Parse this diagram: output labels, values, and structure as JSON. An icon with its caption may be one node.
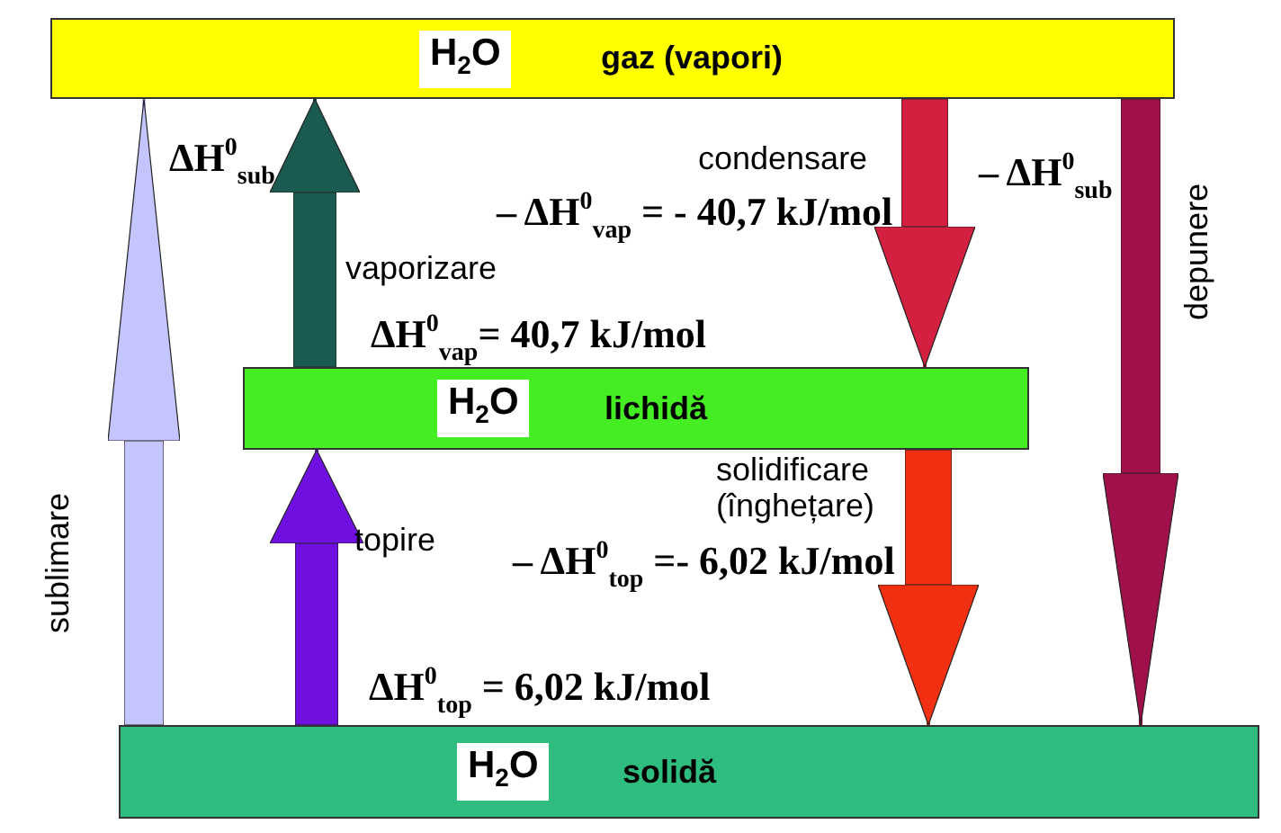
{
  "diagram": {
    "nodes": [
      {
        "text": [
          "H$_{2}$O",
          "gaz (vapori)"
        ]
      },
      {
        "text": [
          "H$_{2}$O",
          "lichidă"
        ]
      },
      {
        "text": [
          "H$_{2}$O",
          "solidă"
        ]
      }
    ],
    "edges": [
      {
        "from": 2,
        "to": 0,
        "arrow": "to",
        "label": "sublimare",
        "color": "#c4c4ff"
      },
      {
        "from": 1,
        "to": 0,
        "arrow": "to",
        "label": "vaporizare",
        "color": "#1a5a50"
      },
      {
        "from": 0,
        "to": 1,
        "arrow": "to",
        "label": "condensare",
        "color": "#d42040"
      },
      {
        "from": 0,
        "to": 2,
        "arrow": "to",
        "label": "depunere",
        "color": "#a0104a"
      },
      {
        "from": 2,
        "to": 1,
        "arrow": "to",
        "label": "topire",
        "color": "#7010e0"
      },
      {
        "from": 1,
        "to": 2,
        "arrow": "to",
        "label": "solidificare (înghețare)",
        "color": "#f03010"
      }
    ],
    "labels": [
      "ΔH$^{0}$$_{sub}$",
      "– ΔH$^{0}$$_{sub}$",
      "– ΔH$^{0}$$_{vap}$ = - 40,7 kJ/mol",
      "ΔH$^{0}$$_{vap}$= 40,7 kJ/mol",
      "– ΔH$^{0}$$_{top}$ =- 6,02 kJ/mol",
      "ΔH$^{0}$$_{top}$ = 6,02 kJ/mol"
    ]
  }
}
